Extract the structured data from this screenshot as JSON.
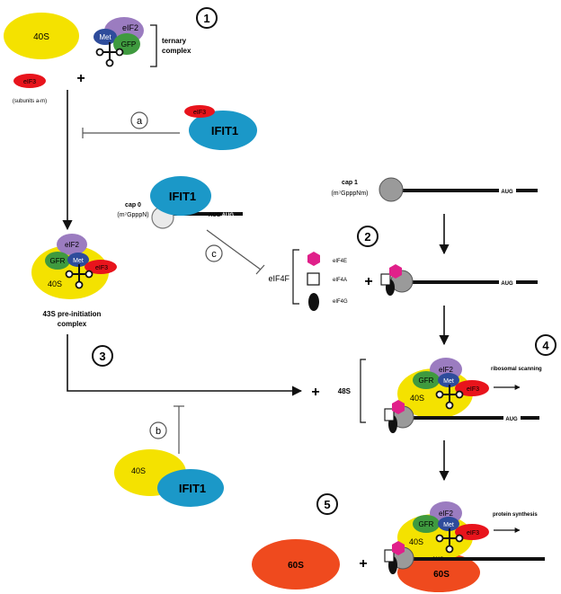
{
  "colors": {
    "yellow": "#f4e200",
    "red": "#e8141c",
    "blue": "#1b98c8",
    "purple": "#9b7cc0",
    "navy": "#2e4c9b",
    "green": "#3f9a3f",
    "magenta": "#e0208a",
    "grey": "#9a9a9a",
    "orangeRed": "#ef4a1e",
    "black": "#111111"
  },
  "steps": {
    "s1": "1",
    "s2": "2",
    "s3": "3",
    "s4": "4",
    "s5": "5"
  },
  "inhibitions": {
    "a": "a",
    "b": "b",
    "c": "c"
  },
  "labels": {
    "s40": "40S",
    "eif2": "eIF2",
    "met": "Met",
    "gfp": "GFP",
    "gfr": "GFR",
    "eif3": "eIF3",
    "plus": "+",
    "ternary_line1": "ternary",
    "ternary_line2": "complex",
    "subunits": "(subunits a-m)",
    "ifit1": "IFIT1",
    "cap0": "cap 0",
    "cap0_formula": "(m⁷GpppN)",
    "cap1": "cap 1",
    "cap1_formula": "(m⁷GpppNm)",
    "aug": "AUG",
    "preinit_line1": "43S pre-initiation",
    "preinit_line2": "complex",
    "eif4f": "eIF4F",
    "eif4e": "eIF4E",
    "eif4a": "eIF4A",
    "eif4g": "eIF4G",
    "s48": "48S",
    "scanning": "ribosomal scanning",
    "protein": "protein synthesis",
    "s60": "60S"
  },
  "icons": [
    "trna-icon",
    "cap-circle-icon",
    "eif4e-hexagon-icon",
    "eif4a-square-icon",
    "eif4g-oval-icon",
    "mrna-line-icon",
    "arrow-icon",
    "inhibition-icon"
  ]
}
